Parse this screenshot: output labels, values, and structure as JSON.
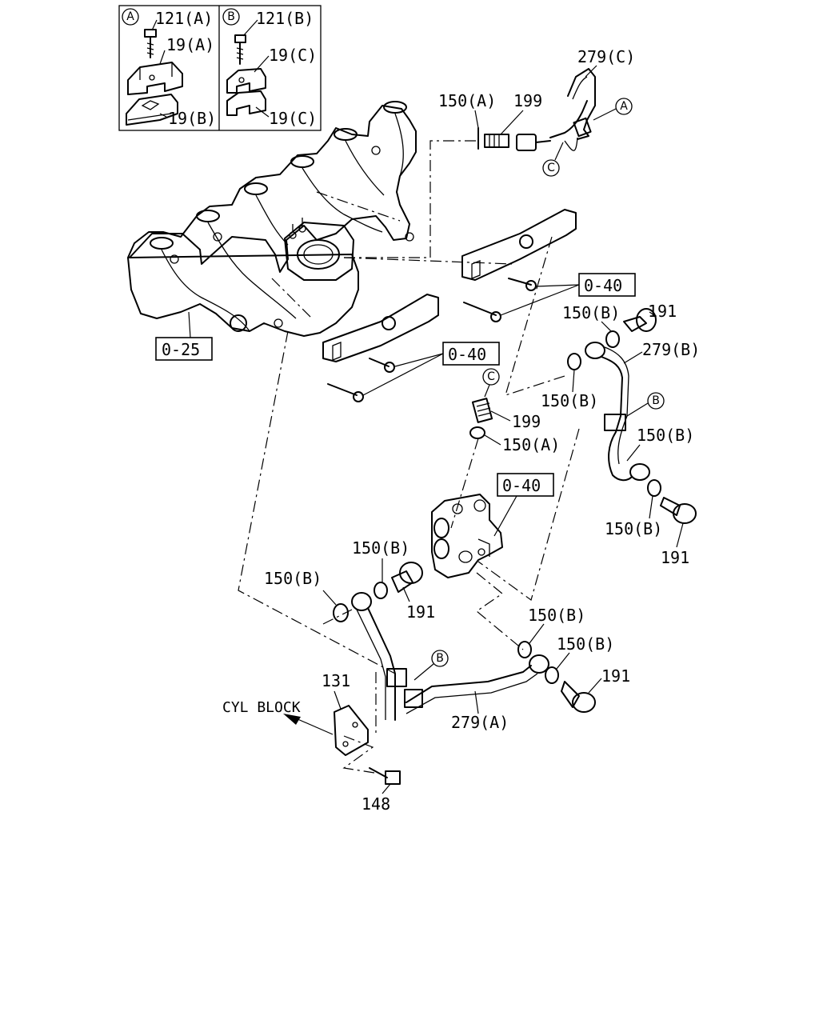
{
  "inset": {
    "panel_a": {
      "callout": "A",
      "bolt": "121(A)",
      "upper": "19(A)",
      "lower": "19(B)"
    },
    "panel_b": {
      "callout": "B",
      "bolt": "121(B)",
      "upper": "19(C)",
      "lower": "19(C)"
    }
  },
  "refs": {
    "manifold": "0-25",
    "rail_upper": "0-40",
    "rail_lower": "0-40",
    "pump": "0-40"
  },
  "labels": {
    "pipe_c": "279(C)",
    "washer_a_top": "150(A)",
    "fitting_top": "199",
    "circle_a": "A",
    "circle_c_top": "C",
    "bolt_191_top": "191",
    "washer_b_r1": "150(B)",
    "pipe_b": "279(B)",
    "washer_b_r2": "150(B)",
    "circle_b_right": "B",
    "circle_c_mid": "C",
    "fitting_mid": "199",
    "washer_a_mid": "150(A)",
    "washer_b_r3": "150(B)",
    "washer_b_r4": "150(B)",
    "bolt_191_right": "191",
    "washer_b_l1": "150(B)",
    "washer_b_l2": "150(B)",
    "bolt_191_left": "191",
    "washer_b_low1": "150(B)",
    "washer_b_low2": "150(B)",
    "bolt_191_low": "191",
    "circle_b_low": "B",
    "pipe_a": "279(A)",
    "bracket": "131",
    "bolt_148": "148",
    "cyl_block": "CYL BLOCK"
  }
}
